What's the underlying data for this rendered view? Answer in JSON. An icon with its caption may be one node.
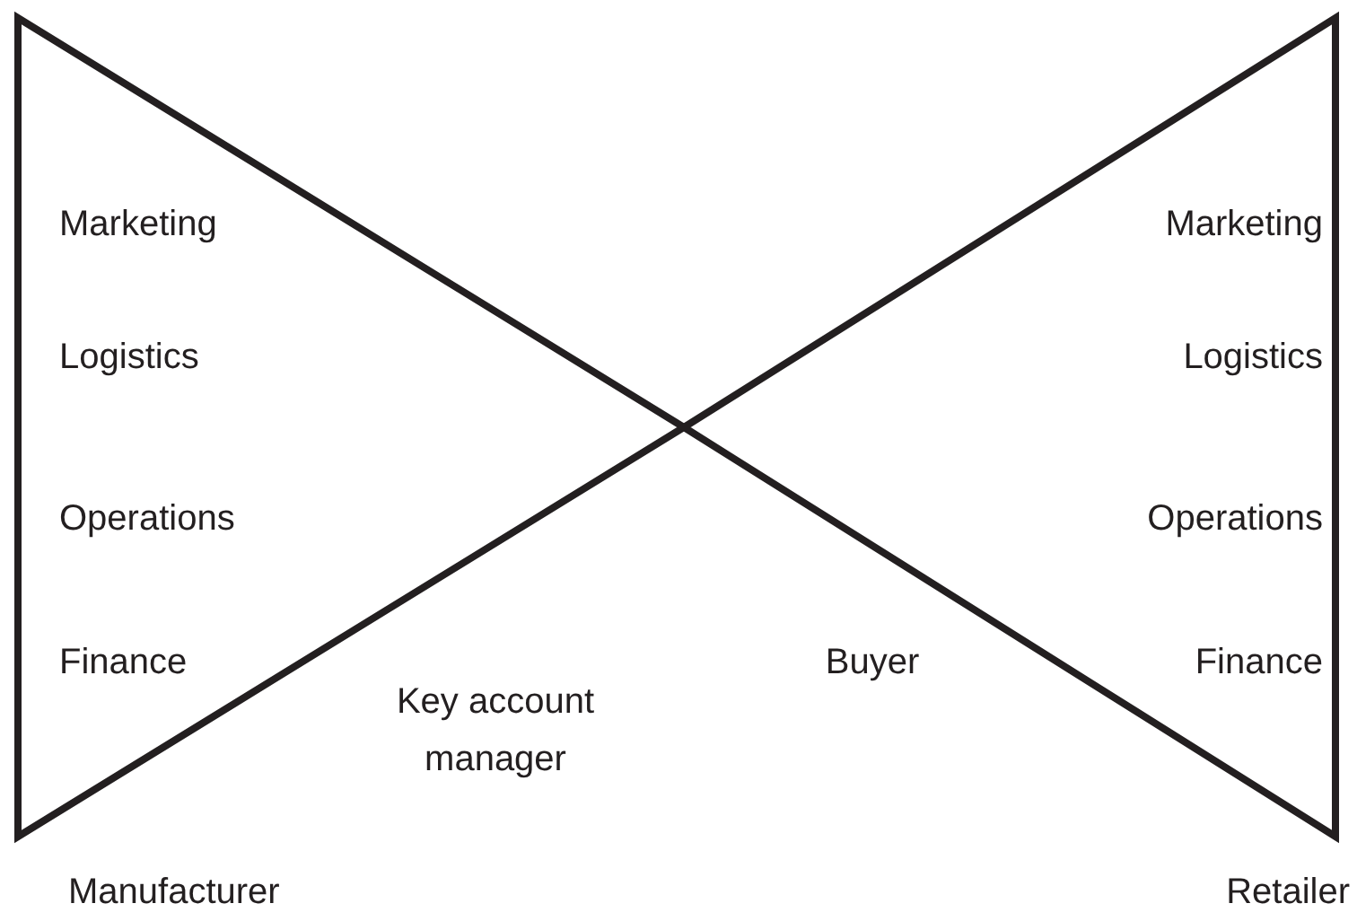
{
  "diagram": {
    "nodes": [
      {
        "text": [
          "Marketing",
          "Logistics",
          "Operations",
          "Finance",
          "Manufacturer"
        ]
      },
      {
        "text": [
          "Marketing",
          "Logistics",
          "Operations",
          "Finance",
          "Retailer"
        ]
      }
    ],
    "labels": [
      "Key account manager",
      "Buyer"
    ]
  }
}
